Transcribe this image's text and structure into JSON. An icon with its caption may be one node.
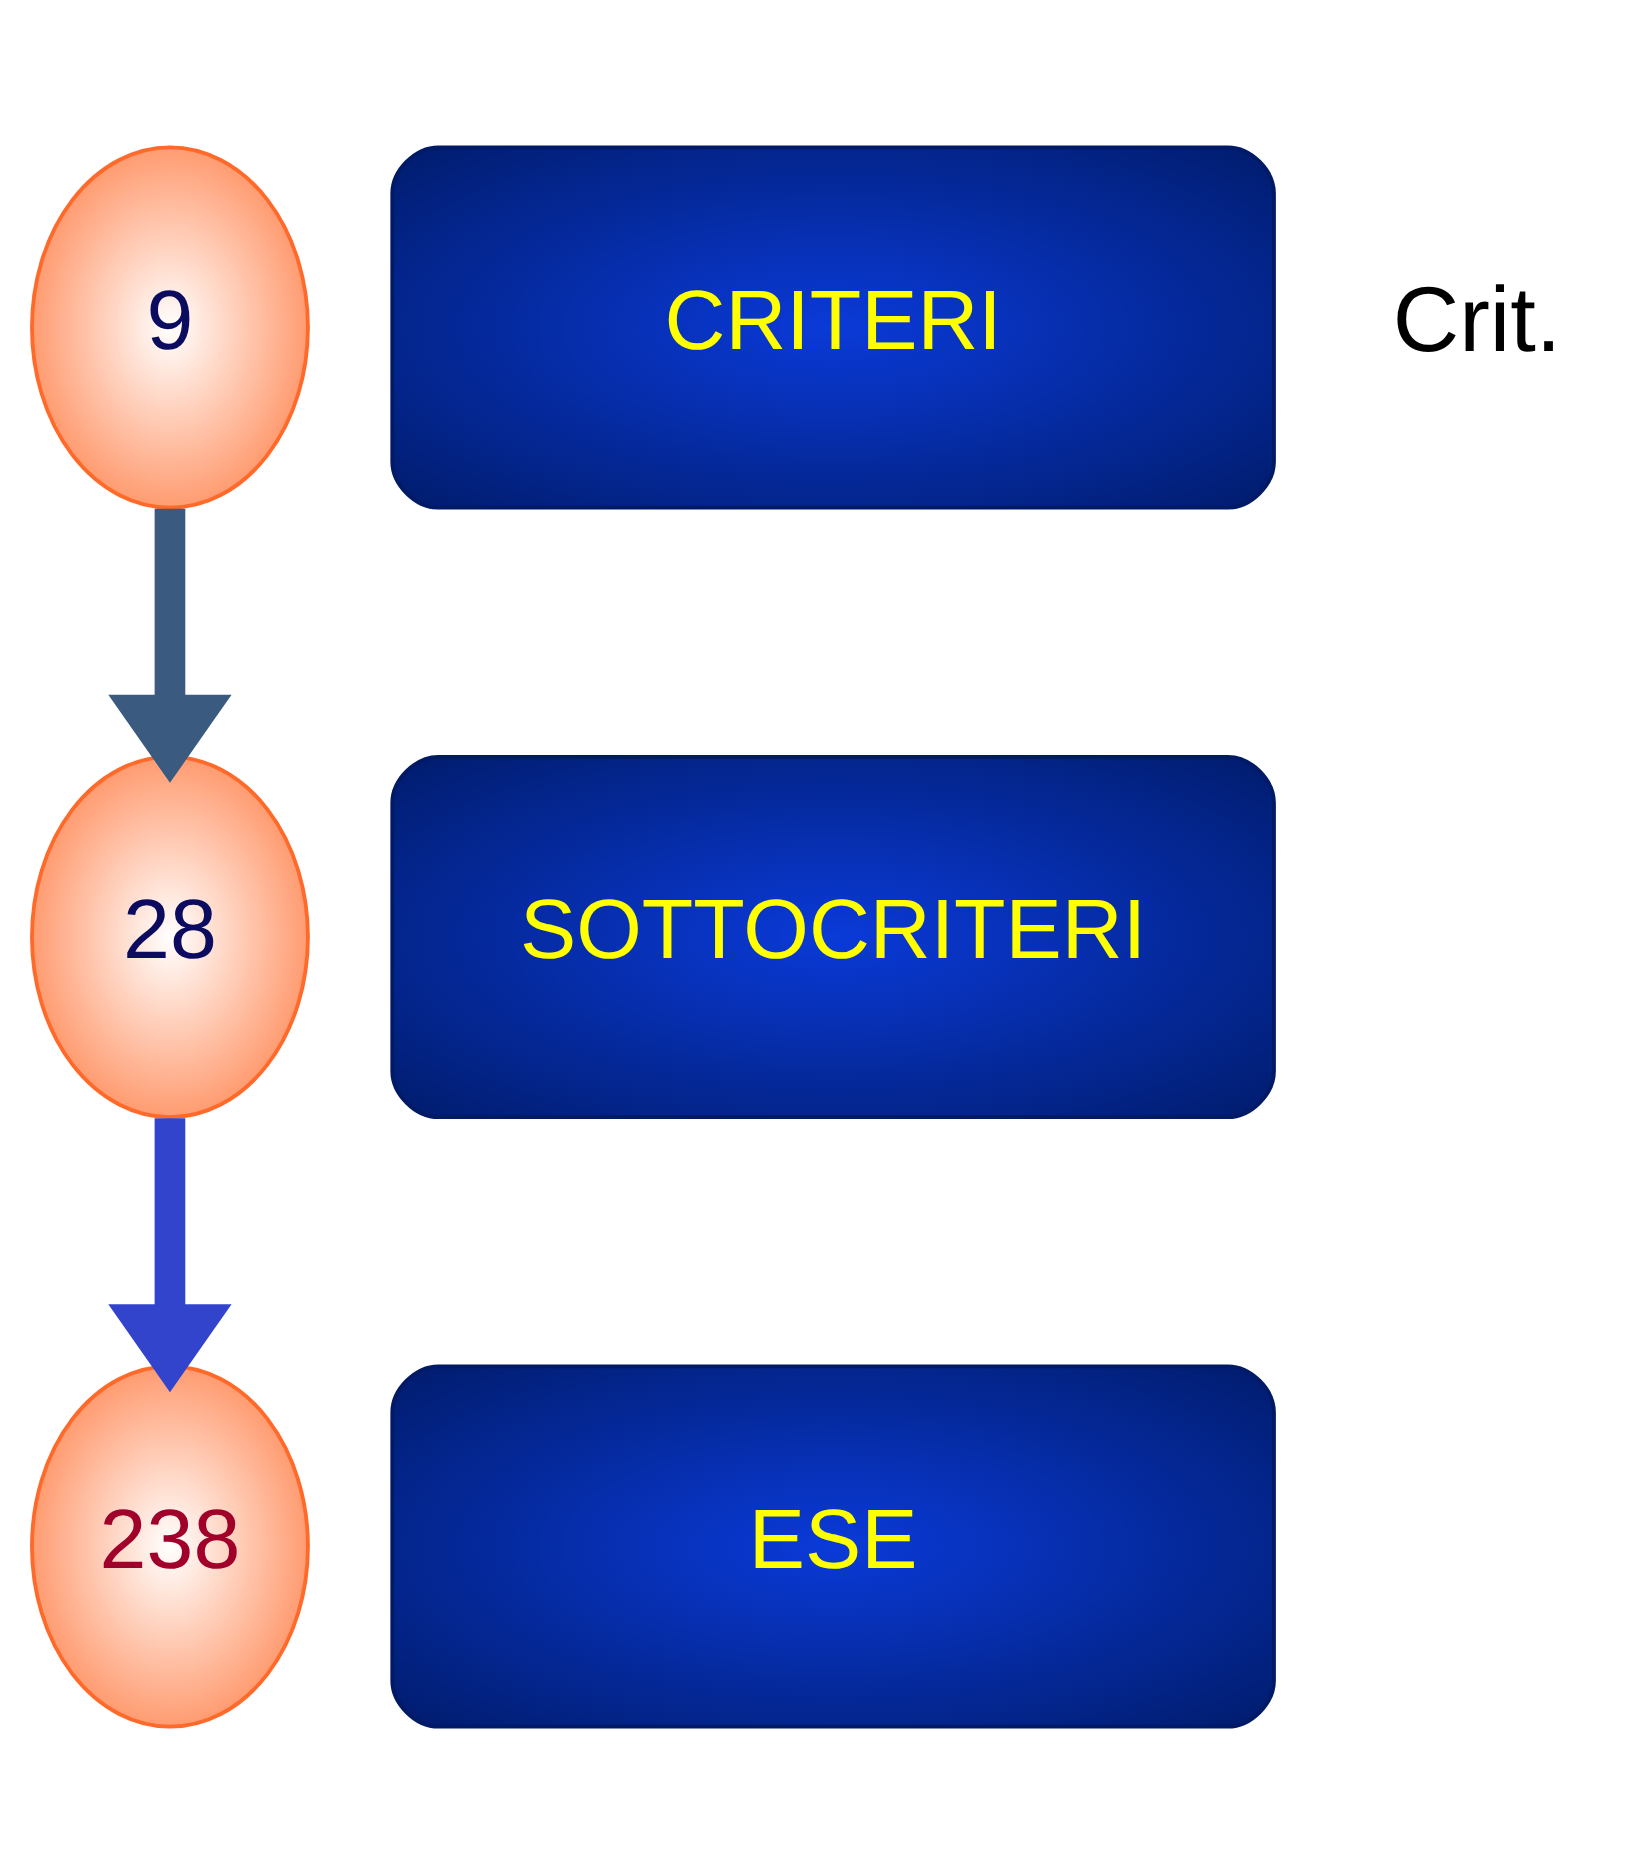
{
  "diagram": {
    "nodes": [
      {
        "text": [
          "9"
        ]
      },
      {
        "text": [
          "CRITERI"
        ]
      },
      {
        "text": [
          "28"
        ]
      },
      {
        "text": [
          "SOTTOCRITERI"
        ]
      },
      {
        "text": [
          "238"
        ]
      },
      {
        "text": [
          "ESE"
        ]
      }
    ],
    "edges": [
      {
        "from": 0,
        "to": 2,
        "arrow": "to",
        "color": "#3a5a80"
      },
      {
        "from": 2,
        "to": 4,
        "arrow": "to",
        "color": "#3344cc"
      }
    ],
    "labels": [
      "Crit."
    ]
  }
}
